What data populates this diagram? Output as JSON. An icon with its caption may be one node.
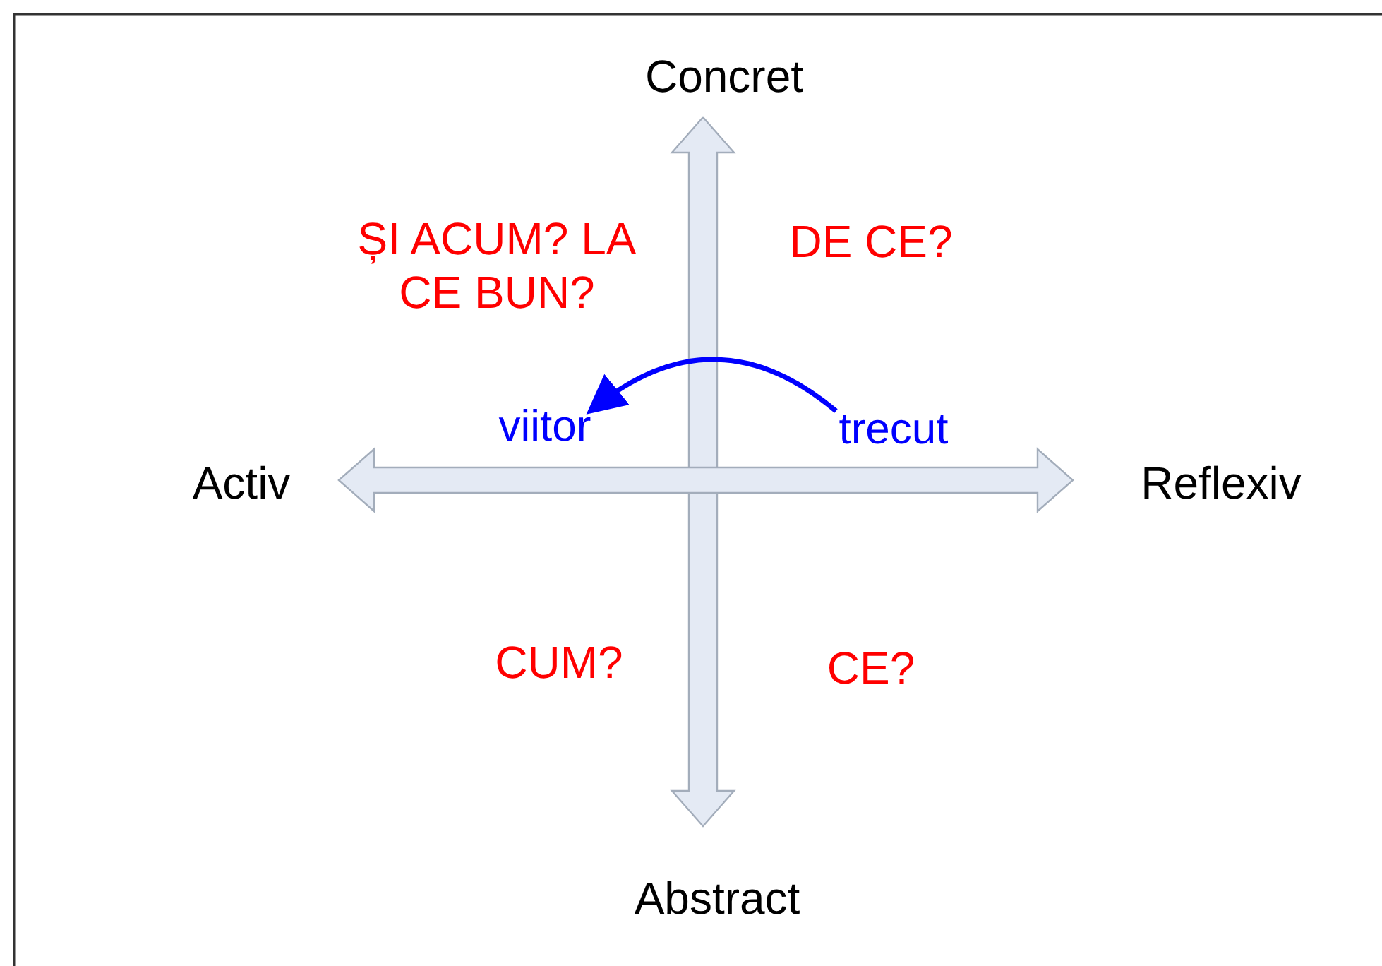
{
  "diagram": {
    "nodes": [
      {
        "text": [
          "viitor"
        ]
      },
      {
        "text": [
          "trecut"
        ]
      }
    ],
    "edges": [
      {
        "from": 1,
        "to": 0,
        "arrow": "to"
      }
    ],
    "labels": [
      "Concret",
      "ȘI ACUM? LA CE BUN?",
      "DE CE?",
      "Activ",
      "Reflexiv",
      "CUM?",
      "CE?",
      "Abstract"
    ]
  }
}
